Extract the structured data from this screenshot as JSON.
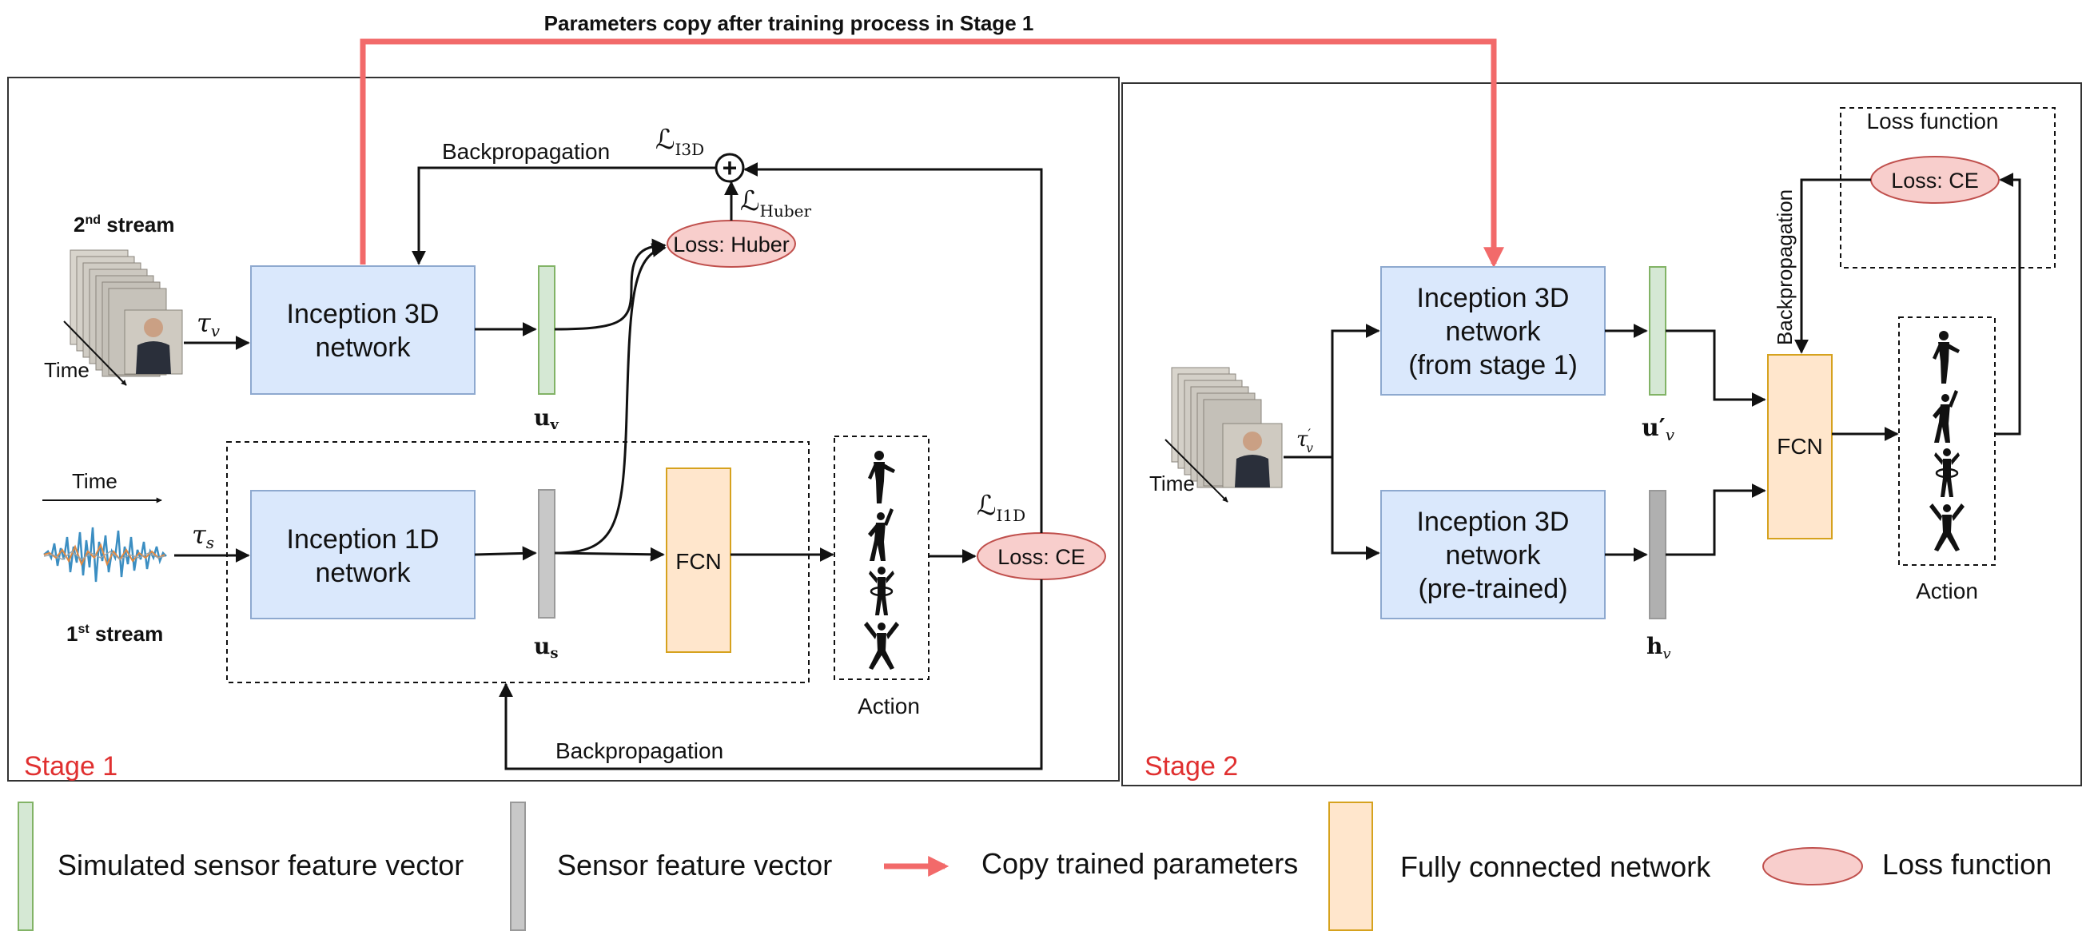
{
  "header": {
    "title": "Parameters copy after training process in Stage 1"
  },
  "colors": {
    "copy_arrow": "#f26a6a",
    "stage_label": "#e03030",
    "inception_fill": "#dae8fc",
    "inception_stroke": "#8ea9cf",
    "fcn_fill": "#ffe6cc",
    "fcn_stroke": "#d6a21e",
    "loss_fill": "#f8cecc",
    "loss_stroke": "#c0504d",
    "sim_feature_fill": "#d5e8d4",
    "sim_feature_stroke": "#82b366",
    "sensor_feature_fill": "#c8c8c8",
    "sensor_feature_stroke": "#999999"
  },
  "stage1": {
    "label": "Stage 1",
    "stream2_label": "2",
    "stream2_sup": "nd",
    "stream2_suffix": " stream",
    "stream1_label": "1",
    "stream1_sup": "st",
    "stream1_suffix": " stream",
    "time_video": "Time",
    "time_signal": "Time",
    "tau_v": "τ",
    "tau_v_sub": "v",
    "tau_s": "τ",
    "tau_s_sub": "s",
    "i3d_line1": "Inception 3D",
    "i3d_line2": "network",
    "i1d_line1": "Inception 1D",
    "i1d_line2": "network",
    "uv": "u",
    "uv_sub": "v",
    "us": "u",
    "us_sub": "s",
    "fcn": "FCN",
    "loss_huber": "Loss: Huber",
    "loss_ce": "Loss: CE",
    "l_i3d": "ℒ",
    "l_i3d_sub": "I3D",
    "l_huber": "ℒ",
    "l_huber_sub": "Huber",
    "l_i1d": "ℒ",
    "l_i1d_sub": "I1D",
    "backprop_top": "Backpropagation",
    "backprop_bottom": "Backpropagation",
    "action": "Action",
    "sum_symbol": "+"
  },
  "stage2": {
    "label": "Stage 2",
    "time_video": "Time",
    "tau_v": "τ",
    "tau_v_sub": "v",
    "tau_v_prime": "′",
    "i3d_top_line1": "Inception 3D",
    "i3d_top_line2": "network",
    "i3d_top_line3": "(from stage 1)",
    "i3d_bot_line1": "Inception 3D",
    "i3d_bot_line2": "network",
    "i3d_bot_line3": "(pre-trained)",
    "uv_prime": "u′",
    "uv_prime_sub": "v",
    "hv": "h",
    "hv_sub": "v",
    "fcn": "FCN",
    "loss_function_box": "Loss function",
    "loss_ce": "Loss: CE",
    "backprop": "Backpropagation",
    "action": "Action"
  },
  "legend": {
    "sim_feature": "Simulated sensor feature vector",
    "sensor_feature": "Sensor feature vector",
    "copy_params": "Copy trained parameters",
    "fcn": "Fully connected network",
    "loss": "Loss function"
  },
  "icons": {
    "video_frames": "video-frame-stack",
    "sensor_signal": "sensor-waveform",
    "action_1": "person-standing-icon",
    "action_2": "person-waving-icon",
    "action_3": "person-hula-hoop-icon",
    "action_4": "person-jumping-icon"
  }
}
